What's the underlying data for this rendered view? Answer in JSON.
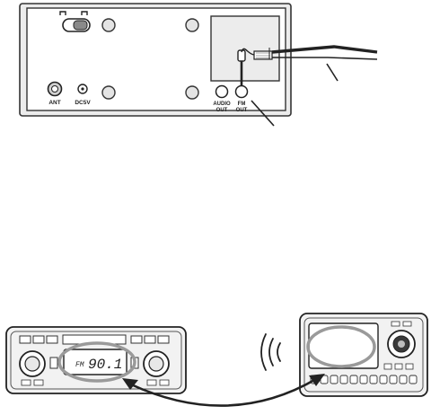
{
  "rear_panel": {
    "ports": {
      "antenna_label": "ANT",
      "dc_label": "DC5V",
      "audio_out_line1": "AUDIO",
      "audio_out_line2": "OUT",
      "fm_out_line1": "FM",
      "fm_out_line2": "OUT"
    }
  },
  "car_stereo": {
    "display_band": "FM",
    "display_frequency": "90.1"
  }
}
